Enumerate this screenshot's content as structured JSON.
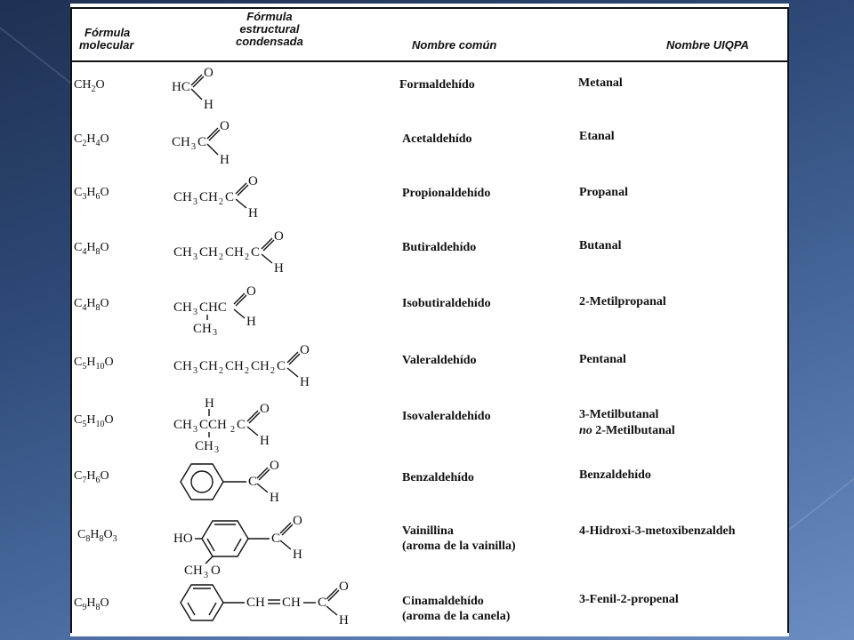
{
  "headers": {
    "molecular_line1": "Fórmula",
    "molecular_line2": "molecular",
    "condensed_line1": "Fórmula",
    "condensed_line2": "estructural",
    "condensed_line3": "condensada",
    "common": "Nombre común",
    "iupac": "Nombre UIQPA"
  },
  "rows": [
    {
      "molecular": [
        "CH",
        "2",
        "O"
      ],
      "common": "Formaldehído",
      "iupac": "Metanal",
      "structure": [
        "HC",
        "O",
        "H"
      ]
    },
    {
      "molecular": [
        "C",
        "2",
        "H",
        "4",
        "O"
      ],
      "common": "Acetaldehído",
      "iupac": "Etanal",
      "structure": [
        "CH",
        "3",
        "C",
        "O",
        "H"
      ]
    },
    {
      "molecular": [
        "C",
        "3",
        "H",
        "6",
        "O"
      ],
      "common": "Propionaldehído",
      "iupac": "Propanal",
      "structure": [
        "CH",
        "3",
        "CH",
        "2",
        "C",
        "O",
        "H"
      ]
    },
    {
      "molecular": [
        "C",
        "4",
        "H",
        "8",
        "O"
      ],
      "common": "Butiraldehído",
      "iupac": "Butanal",
      "structure": [
        "CH",
        "3",
        "CH",
        "2",
        "CH",
        "2",
        "C",
        "O",
        "H"
      ]
    },
    {
      "molecular": [
        "C",
        "4",
        "H",
        "8",
        "O"
      ],
      "common": "Isobutiraldehído",
      "iupac": "2-Metilpropanal",
      "structure": [
        "CH",
        "3",
        "CHC",
        "O",
        "H",
        "CH",
        "3"
      ]
    },
    {
      "molecular": [
        "C",
        "5",
        "H",
        "10",
        "O"
      ],
      "common": "Valeraldehído",
      "iupac": "Pentanal",
      "structure": [
        "CH",
        "3",
        "CH",
        "2",
        "CH",
        "2",
        "CH",
        "2",
        "C",
        "O",
        "H"
      ]
    },
    {
      "molecular": [
        "C",
        "5",
        "H",
        "10",
        "O"
      ],
      "common": "Isovaleraldehído",
      "iupac": "3-Metilbutanal",
      "iupac_line2": "no 2-Metilbutanal",
      "iupac_line2_no": "no",
      "iupac_line2_rest": " 2-Metilbutanal",
      "structure": [
        "H",
        "CH",
        "3",
        "CCH",
        "2",
        "C",
        "O",
        "H",
        "CH",
        "3"
      ]
    },
    {
      "molecular": [
        "C",
        "7",
        "H",
        "6",
        "O"
      ],
      "common": "Benzaldehído",
      "iupac": "Benzaldehído",
      "structure": [
        "C",
        "O",
        "H"
      ]
    },
    {
      "molecular": [
        "C",
        "8",
        "H",
        "8",
        "O",
        "3"
      ],
      "common": "Vainillina",
      "common_line2": "(aroma de la vainilla)",
      "iupac": "4-Hidroxi-3-metoxibenzaldeh",
      "structure": [
        "HO",
        "CH",
        "3",
        "O",
        "C",
        "O",
        "H"
      ]
    },
    {
      "molecular": [
        "C",
        "9",
        "H",
        "8",
        "O"
      ],
      "common": "Cinamaldehído",
      "common_line2": "(aroma de la canela)",
      "iupac": "3-Fenil-2-propenal",
      "structure": [
        "CH",
        "CH",
        "C",
        "O",
        "H"
      ]
    }
  ]
}
